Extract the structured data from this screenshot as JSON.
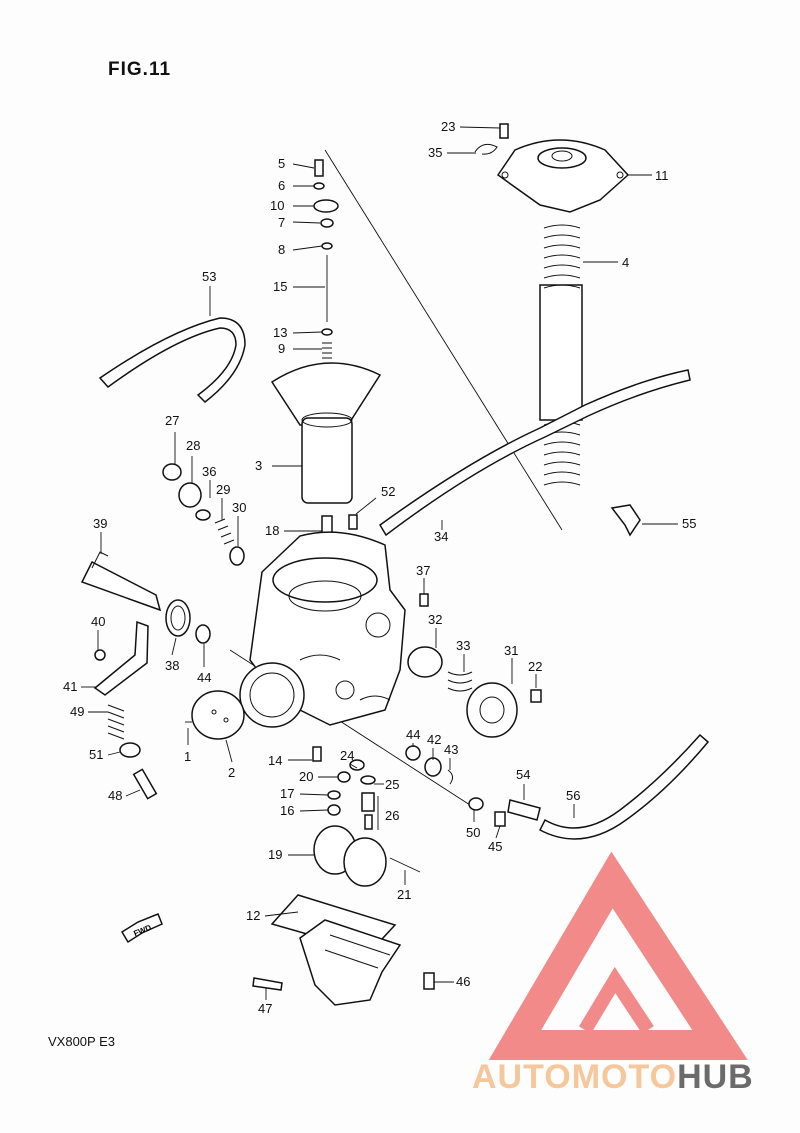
{
  "figure_title": "FIG.11",
  "model_code": "VX800P E3",
  "fwd_label": "FWD",
  "watermark": {
    "part1": "AUTOMOTO",
    "part2": "HUB",
    "color_primary": "#f28a8a",
    "color_secondary": "#f5c79a",
    "color_dark": "#6b6b6b"
  },
  "callouts": [
    "1",
    "2",
    "3",
    "4",
    "5",
    "6",
    "7",
    "8",
    "9",
    "10",
    "11",
    "12",
    "13",
    "14",
    "15",
    "16",
    "17",
    "18",
    "19",
    "20",
    "21",
    "22",
    "23",
    "24",
    "25",
    "26",
    "27",
    "28",
    "29",
    "30",
    "31",
    "32",
    "33",
    "34",
    "35",
    "36",
    "37",
    "38",
    "39",
    "40",
    "41",
    "42",
    "43",
    "44",
    "44",
    "45",
    "46",
    "47",
    "48",
    "49",
    "50",
    "51",
    "52",
    "53",
    "54",
    "55",
    "56"
  ]
}
